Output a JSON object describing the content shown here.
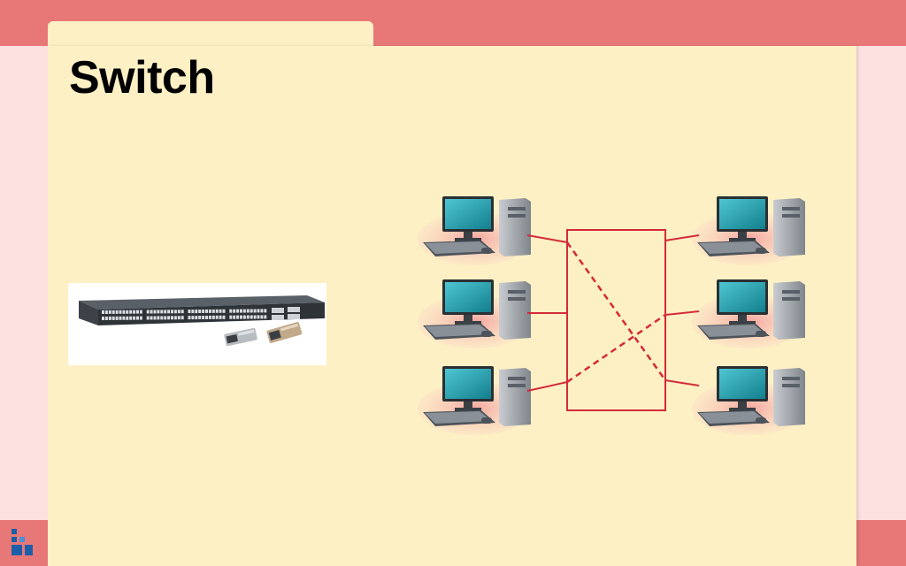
{
  "slide": {
    "title": "Switch"
  },
  "diagram": {
    "left_computers": [
      "computer",
      "computer",
      "computer"
    ],
    "right_computers": [
      "computer",
      "computer",
      "computer"
    ],
    "hub": "switch-box"
  },
  "colors": {
    "band": "#e87878",
    "background": "#fde0e0",
    "slide": "#fdf0c4",
    "link": "#d42a3a",
    "monitor": "#1a9cab"
  }
}
